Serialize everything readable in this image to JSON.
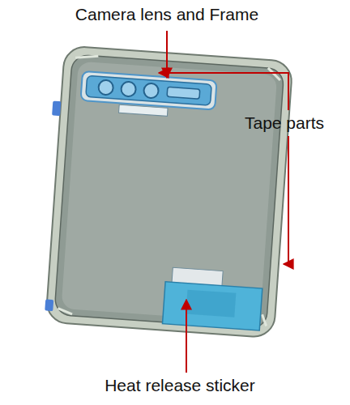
{
  "diagram": {
    "labels": [
      "Camera lens and Frame",
      "Tape parts",
      "Heat release sticker"
    ]
  }
}
